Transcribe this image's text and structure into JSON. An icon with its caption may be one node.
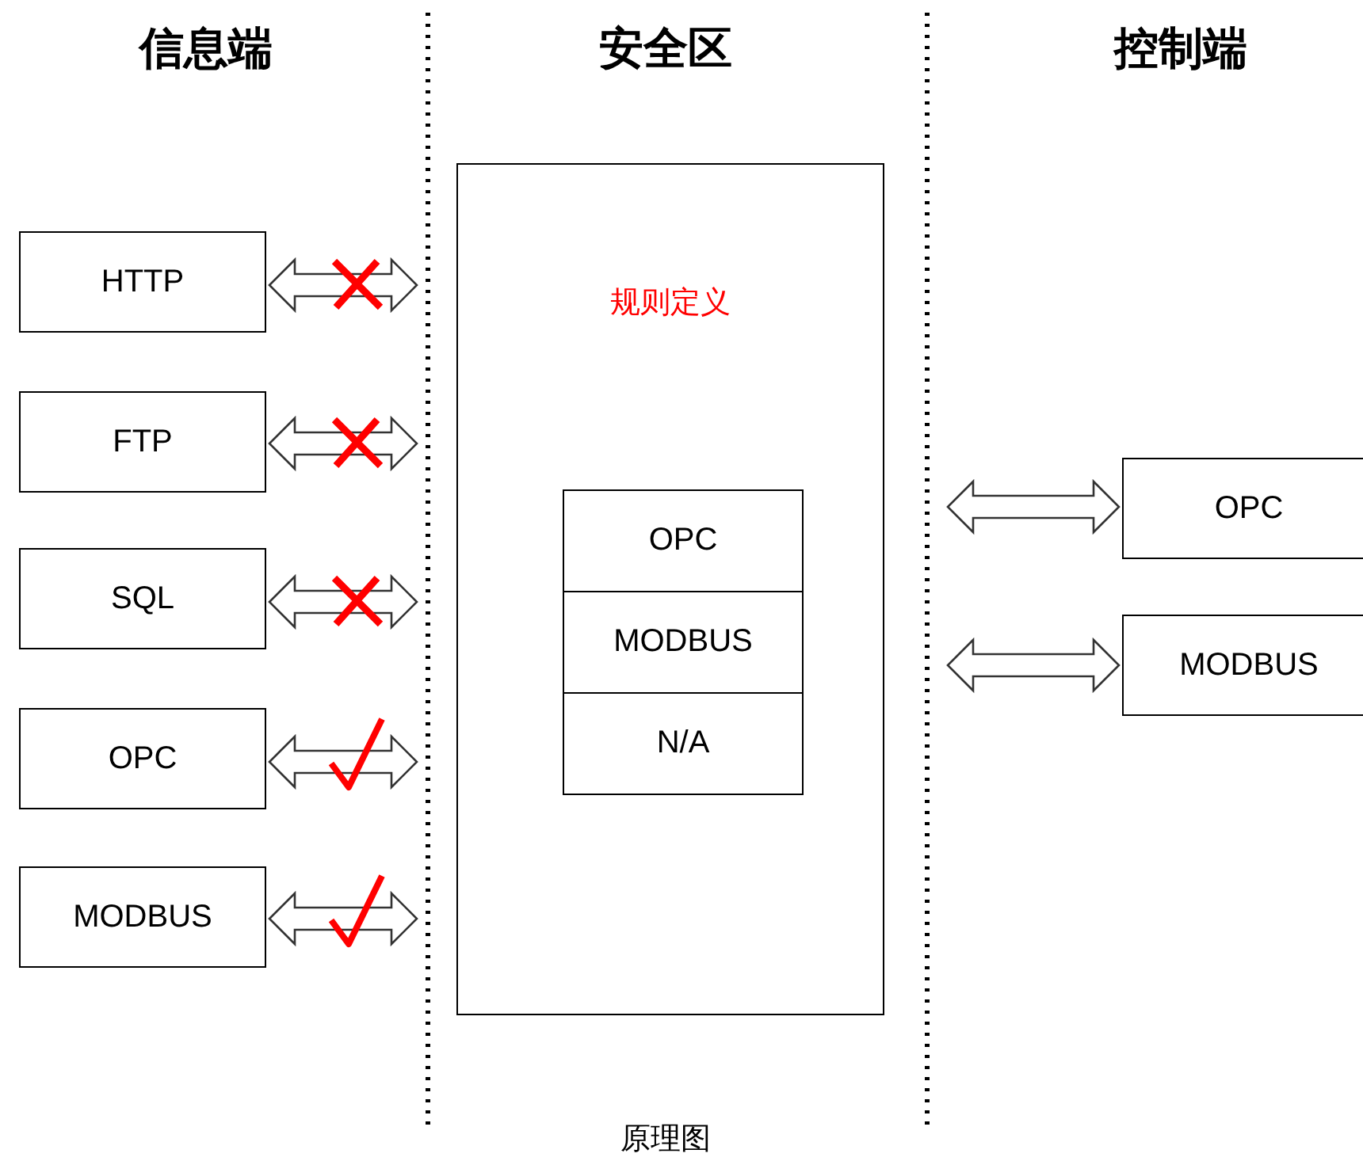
{
  "diagram": {
    "caption": "原理图",
    "nodes": [
      {
        "text": [
          "HTTP"
        ]
      },
      {
        "text": [
          "FTP"
        ]
      },
      {
        "text": [
          "SQL"
        ]
      },
      {
        "text": [
          "OPC"
        ]
      },
      {
        "text": [
          "MODBUS"
        ]
      },
      {
        "text": [
          "规则定义"
        ]
      },
      {
        "text": [
          "OPC"
        ],
        "in": 5
      },
      {
        "text": [
          "MODBUS"
        ],
        "in": 5
      },
      {
        "text": [
          "N/A"
        ],
        "in": 5
      },
      {
        "text": [
          "OPC"
        ]
      },
      {
        "text": [
          "MODBUS"
        ]
      }
    ],
    "edges": [
      {
        "from": 0,
        "to": null,
        "arrow": "both"
      },
      {
        "from": 1,
        "to": null,
        "arrow": "both"
      },
      {
        "from": 2,
        "to": null,
        "arrow": "both"
      },
      {
        "from": 3,
        "to": null,
        "arrow": "both"
      },
      {
        "from": 4,
        "to": null,
        "arrow": "both"
      },
      {
        "from": null,
        "to": 9,
        "arrow": "both"
      },
      {
        "from": null,
        "to": 10,
        "arrow": "both"
      }
    ],
    "labels": [
      "信息端",
      "安全区",
      "控制端"
    ]
  }
}
